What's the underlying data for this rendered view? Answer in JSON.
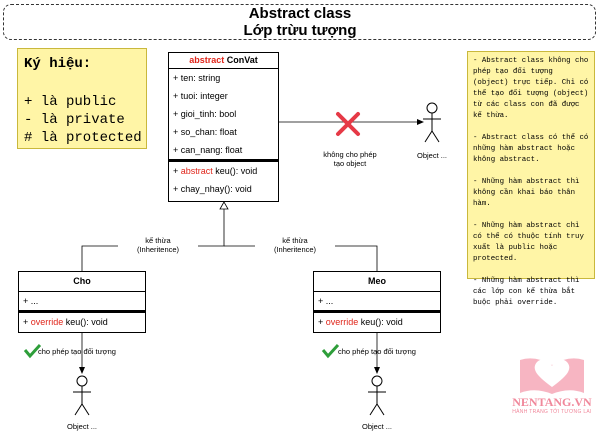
{
  "header": {
    "title": "Abstract class",
    "subtitle": "Lớp trừu tượng"
  },
  "legend": {
    "title": "Ký hiệu:",
    "items": [
      "+ là public",
      "- là private",
      "# là protected"
    ]
  },
  "notes": [
    "- Abstract class không cho phép tạo đối tượng (object) trực tiếp. Chỉ có thể tạo đối tượng  (object) từ các class con đã được kế thừa.",
    "- Abstract class có thể có những hàm abstract hoặc không abstract.",
    "- Những hàm abstract thì không cần khai báo thân hàm.",
    "- Những hàm abstract chỉ có thể có thuộc tính truy xuất là public hoặc protected.",
    "- Những hàm abstract thì các lớp con kế thừa bắt buộc phải override."
  ],
  "convat": {
    "keyword": "abstract",
    "name": " ConVat",
    "attributes": [
      "+ ten: string",
      "+ tuoi: integer",
      "+ gioi_tinh: bool",
      "+ so_chan: float",
      "+ can_nang: float"
    ],
    "method1_prefix": "+ ",
    "method1_keyword": "abstract",
    "method1_rest": " keu(): void",
    "method2": "+ chay_nhay(): void"
  },
  "cho": {
    "name": "Cho",
    "attr": "+ ...",
    "method_prefix": "+ ",
    "method_keyword": "override",
    "method_rest": " keu(): void"
  },
  "meo": {
    "name": "Meo",
    "attr": "+ ...",
    "method_prefix": "+ ",
    "method_keyword": "override",
    "method_rest": " keu(): void"
  },
  "labels": {
    "inherit_left_1": "kế thừa",
    "inherit_left_2": "(Inheritence)",
    "inherit_right_1": "kế thừa",
    "inherit_right_2": "(Inheritence)",
    "no_create_1": "không cho phép",
    "no_create_2": "tạo object",
    "allow_left": "cho phép tạo đối tượng",
    "allow_right": "cho phép tạo đối tượng"
  },
  "actors": {
    "top": "Object ...",
    "left": "Object ...",
    "right": "Object ..."
  },
  "logo": {
    "name": "NENTANG.VN",
    "tagline": "HÀNH TRANG TỚI TƯƠNG LAI"
  },
  "colors": {
    "note_bg": "#fff5a6",
    "red_keyword": "#e0261b",
    "check_green": "#2e9e3a",
    "logo_pink": "#f0889b"
  }
}
